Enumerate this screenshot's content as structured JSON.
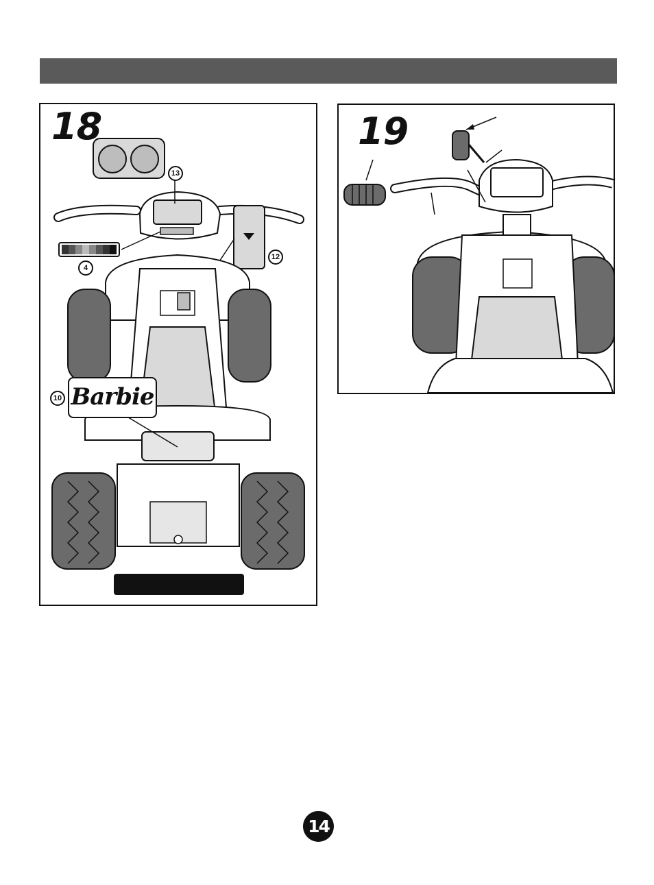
{
  "figures": [
    {
      "number": "18",
      "callouts": [
        "13",
        "4",
        "12",
        "10"
      ],
      "logo_text": "Barbie"
    },
    {
      "number": "19"
    }
  ],
  "page_number": "14",
  "colors": {
    "header_bar": "#5a5a5a",
    "ink": "#111111",
    "tire_gray": "#6b6b6b",
    "light_gray": "#d9d9d9"
  }
}
